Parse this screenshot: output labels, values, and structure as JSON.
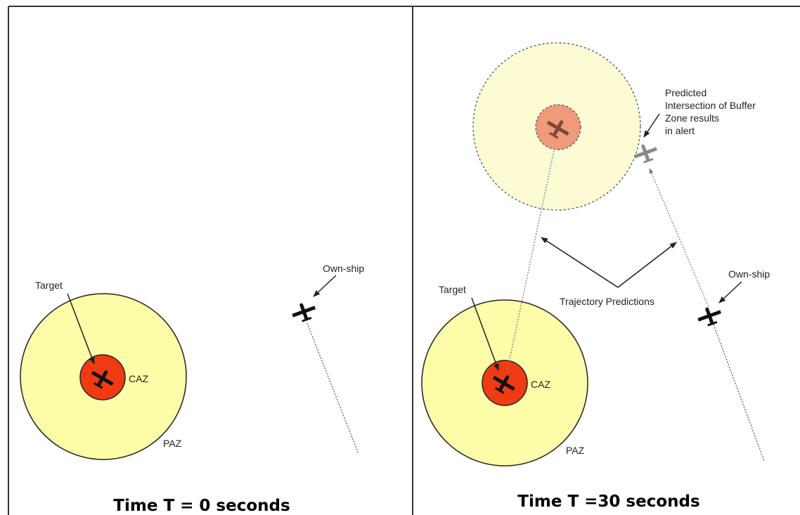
{
  "panels": {
    "left": {
      "caption": "Time T = 0 seconds",
      "target_label": "Target",
      "caz_label": "CAZ",
      "paz_label": "PAZ",
      "ownship_label": "Own-ship"
    },
    "right": {
      "caption": "Time T =30 seconds",
      "target_label": "Target",
      "caz_label": "CAZ",
      "paz_label": "PAZ",
      "ownship_label": "Own-ship",
      "trajectory_label": "Trajectory Predictions",
      "prediction_note": [
        "Predicted",
        "Intersection of Buffer",
        "Zone results",
        "in alert"
      ]
    }
  },
  "colors": {
    "paz_fill": "#fdfca8",
    "caz_fill": "#f03b12",
    "predicted_paz_fill": "#fcfbd4",
    "predicted_caz_fill": "#ef9a7a",
    "aircraft": "#111111",
    "predicted_aircraft": "#8a8a8a"
  }
}
